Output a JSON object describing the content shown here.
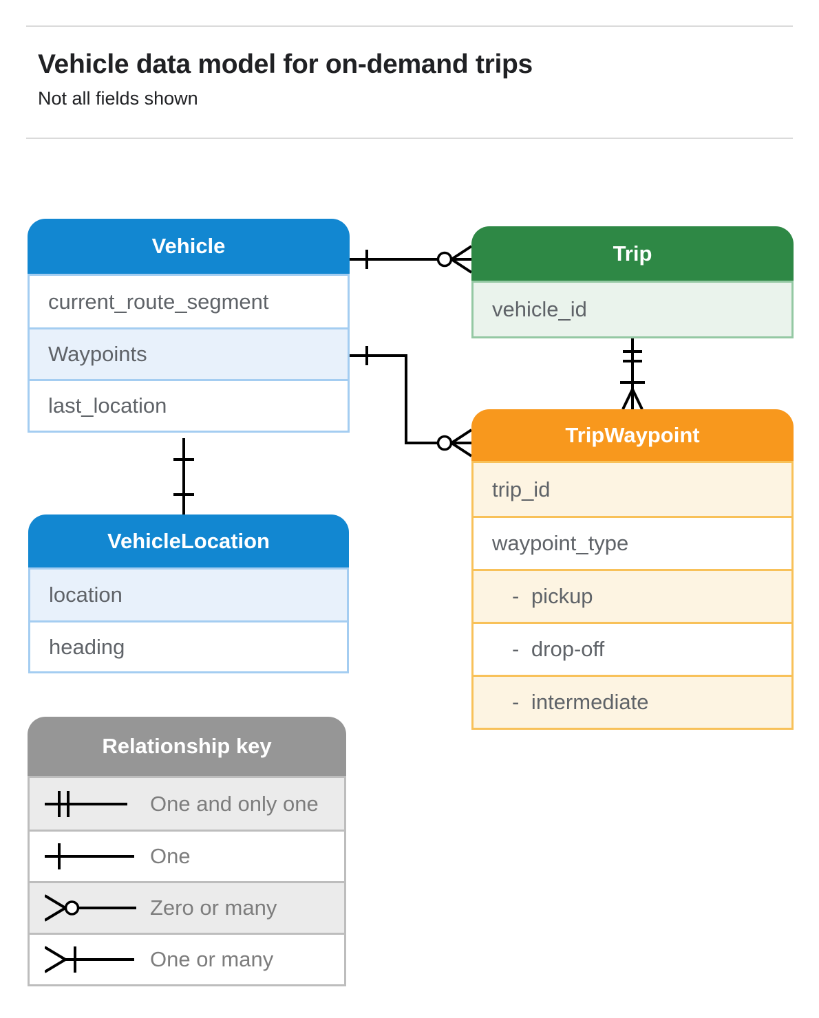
{
  "page": {
    "title": "Vehicle data model for on-demand trips",
    "subtitle": "Not all fields shown"
  },
  "entities": {
    "vehicle": {
      "title": "Vehicle",
      "fields": [
        "current_route_segment",
        "Waypoints",
        "last_location"
      ]
    },
    "trip": {
      "title": "Trip",
      "fields": [
        "vehicle_id"
      ]
    },
    "trip_waypoint": {
      "title": "TripWaypoint",
      "fields": [
        "trip_id",
        "waypoint_type",
        "- pickup",
        "- drop-off",
        "- intermediate"
      ]
    },
    "vehicle_location": {
      "title": "VehicleLocation",
      "fields": [
        "location",
        "heading"
      ]
    }
  },
  "relationships": [
    {
      "from": "Vehicle",
      "to": "Trip",
      "from_cardinality": "one",
      "to_cardinality": "zero-or-many"
    },
    {
      "from": "Vehicle.Waypoints",
      "to": "TripWaypoint",
      "from_cardinality": "one",
      "to_cardinality": "zero-or-many"
    },
    {
      "from": "Trip",
      "to": "TripWaypoint",
      "from_cardinality": "one-and-only-one",
      "to_cardinality": "one-or-many"
    },
    {
      "from": "Vehicle",
      "to": "VehicleLocation",
      "from_cardinality": "one",
      "to_cardinality": "one"
    }
  ],
  "legend": {
    "title": "Relationship key",
    "items": [
      {
        "symbol": "one-and-only-one-symbol",
        "label": "One and only one"
      },
      {
        "symbol": "one-symbol",
        "label": "One"
      },
      {
        "symbol": "zero-or-many-symbol",
        "label": "Zero or many"
      },
      {
        "symbol": "one-or-many-symbol",
        "label": "One or many"
      }
    ]
  },
  "colors": {
    "blue": "#1287d1",
    "blue-light": "#e8f1fb",
    "blue-border": "#a4cdf1",
    "green": "#2e8845",
    "green-light": "#eaf3ec",
    "green-border": "#94c8a3",
    "orange": "#f8981d",
    "orange-light": "#fdf4e2",
    "orange-border": "#f8c159",
    "gray": "#969696",
    "gray-light": "#ebebeb",
    "gray-border": "#bdbdbd",
    "line": "#000000",
    "text-dark": "#202124",
    "text-field": "#5f6368",
    "text-legend": "#7d7d7d"
  }
}
